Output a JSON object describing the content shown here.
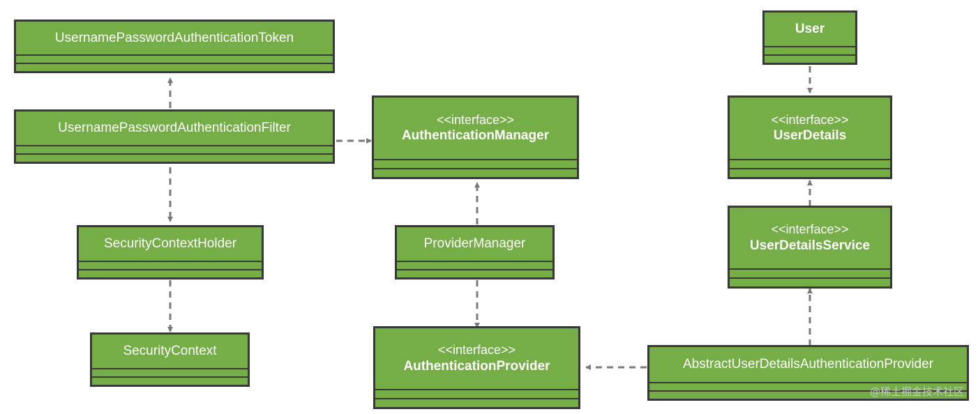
{
  "colors": {
    "fill": "#75ad47",
    "border": "#383838",
    "text": "#ffffff",
    "edge": "#7a7a7a"
  },
  "nodes": {
    "token": {
      "title": "UsernamePasswordAuthenticationToken"
    },
    "filter": {
      "title": "UsernamePasswordAuthenticationFilter"
    },
    "holder": {
      "title": "SecurityContextHolder"
    },
    "context": {
      "title": "SecurityContext"
    },
    "manager": {
      "stereotype": "<<interface>>",
      "title": "AuthenticationManager"
    },
    "providerManager": {
      "title": "ProviderManager"
    },
    "provider": {
      "stereotype": "<<interface>>",
      "title": "AuthenticationProvider"
    },
    "user": {
      "title": "User"
    },
    "userDetails": {
      "stereotype": "<<interface>>",
      "title": "UserDetails"
    },
    "userDetailsService": {
      "stereotype": "<<interface>>",
      "title": "UserDetailsService"
    },
    "abstractProvider": {
      "title": "AbstractUserDetailsAuthenticationProvider"
    }
  },
  "watermark": "@稀土掘金技术社区"
}
